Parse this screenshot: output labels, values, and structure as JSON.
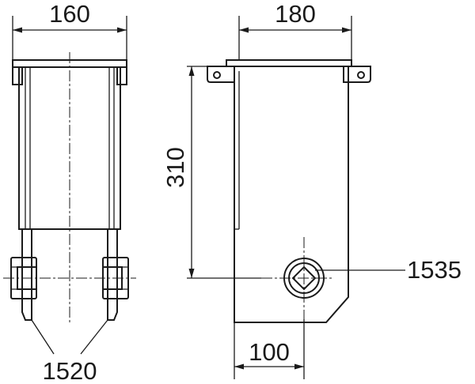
{
  "dimensions": {
    "front_width": "160",
    "side_width": "180",
    "height": "310",
    "pivot_offset": "100"
  },
  "callouts": {
    "side_part": "1520",
    "pivot_part": "1535"
  },
  "colors": {
    "part_fill": "#8ed1f0",
    "line": "#1a1a1a",
    "background": "#ffffff"
  }
}
